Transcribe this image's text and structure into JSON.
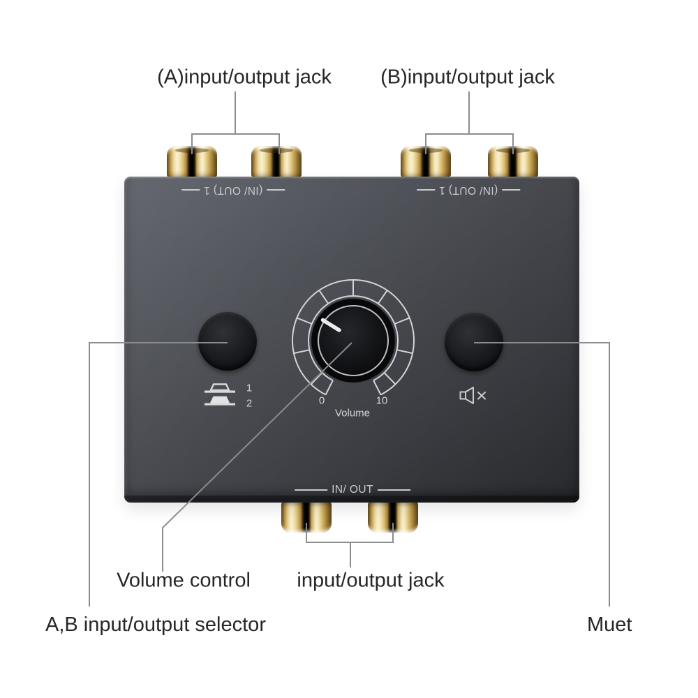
{
  "annotations": {
    "jack_a": "(A)input/output jack",
    "jack_b": "(B)input/output jack",
    "volume_control": "Volume control",
    "io_jack": "input/output jack",
    "ab_selector": "A,B input/output selector",
    "mute": "Muet"
  },
  "device_markings": {
    "top_left": "(IN/ OUT) 1",
    "top_right": "(IN/ OUT) 1",
    "bottom": "IN/ OUT"
  },
  "volume_scale": {
    "min": "0",
    "max": "10",
    "label": "Volume"
  },
  "selector": {
    "pos1": "1",
    "pos2": "2"
  },
  "icons": {
    "selector_icon": "switch-position-icon",
    "mute_icon": "muted-speaker-icon"
  },
  "colors": {
    "body_gray": "#46484e",
    "gold": "#e6cd8b",
    "leader_line": "#8b8c8e",
    "panel_text": "#c9cacd",
    "label_text": "#262626"
  }
}
